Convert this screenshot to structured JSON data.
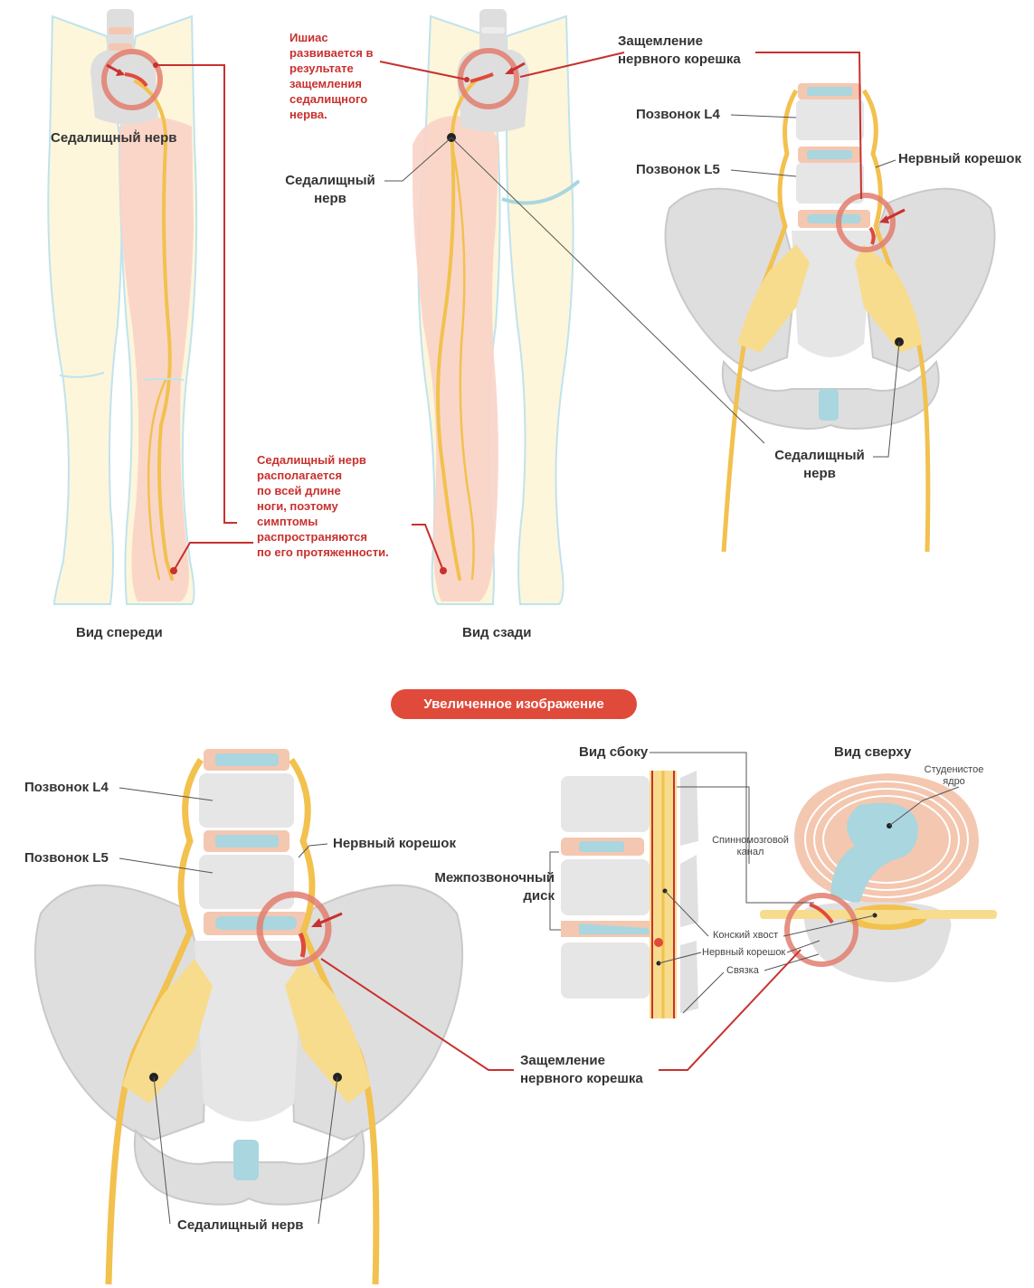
{
  "colors": {
    "nerve": "#f2c14e",
    "nerve_light": "#f7dc8e",
    "bone": "#dedede",
    "bone_dark": "#c9c9c9",
    "disc": "#f4c7b0",
    "disc_core": "#a9d6df",
    "leg_fill": "#fdf6da",
    "leg_outline": "#bfe3ef",
    "pain_area": "#f9d3c6",
    "accent_red": "#c8312e",
    "badge": "#e04a3a",
    "pinch_circle": "#e27e6e"
  },
  "top": {
    "front_view": {
      "caption": "Вид спереди",
      "label_sciatic": "Седалищный нерв"
    },
    "back_view": {
      "caption": "Вид сзади",
      "label_sciatic": "Седалищный\nнерв"
    },
    "note_sciatica": "Ишиас\nразвивается в\nрезультате\nзащемления\nседалищного\nнерва.",
    "note_spread": "Седалищный нерв\nрасполагается\nпо всей длине\nноги, поэтому\nсимптомы\nраспространяются\nпо его протяженности.",
    "pelvis": {
      "label_pinch": "Защемление\nнервного корешка",
      "label_l4": "Позвонок L4",
      "label_l5": "Позвонок L5",
      "label_root": "Нервный корешок",
      "label_sciatic": "Седалищный\nнерв"
    }
  },
  "zoom_badge": "Увеличенное изображение",
  "bottom": {
    "pelvis": {
      "label_l4": "Позвонок L4",
      "label_l5": "Позвонок L5",
      "label_root": "Нервный корешок",
      "label_disc": "Межпозвоночный\nдиск",
      "label_pinch": "Защемление\nнервного корешка",
      "label_sciatic": "Седалищный нерв"
    },
    "side_view": {
      "caption": "Вид сбоку",
      "label_canal": "Спинномозговой\nканал",
      "label_cauda": "Конский хвост",
      "label_root": "Нервный корешок",
      "label_ligament": "Связка"
    },
    "top_view": {
      "caption": "Вид сверху",
      "label_nucleus": "Студенистое\nядро"
    }
  }
}
